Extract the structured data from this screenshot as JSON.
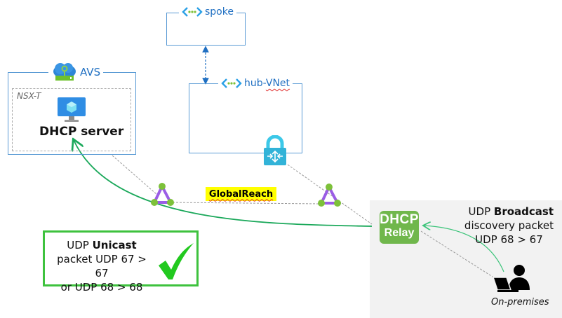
{
  "diagram": {
    "nodes": {
      "spoke": {
        "label": "spoke",
        "icon": "vnet-icon"
      },
      "hub_vnet": {
        "label": "hub-VNet",
        "icon": "vnet-icon",
        "gateway_icon": "vpn-gateway-lock-icon"
      },
      "avs": {
        "label": "AVS",
        "icon": "avs-cloud-icon"
      },
      "nsx_t": {
        "label": "NSX-T"
      },
      "dhcp_server": {
        "label": "DHCP server",
        "icon": "vm-monitor-icon"
      },
      "global_reach": {
        "label": "GlobalReach",
        "icon": "expressroute-triangle-icon"
      },
      "dhcp_relay": {
        "line1": "DHCP",
        "line2": "Relay"
      },
      "on_premises": {
        "label": "On-premises",
        "icon": "user-laptop-icon"
      }
    },
    "broadcast_note": {
      "prefix": "UDP ",
      "bold": "Broadcast",
      "line2": "discovery packet",
      "line3": "UDP 68 > 67"
    },
    "unicast_note": {
      "prefix": "UDP ",
      "bold": "Unicast",
      "line2": "packet UDP 67 > 67",
      "line3": "or UDP 68 > 68",
      "icon": "checkmark-icon"
    },
    "colors": {
      "box_border": "#5b9bd5",
      "label_blue": "#1f6fc2",
      "green_arrow": "#1aa85a",
      "relay_green": "#70b74c",
      "check_green": "#3ec23e",
      "highlight_yellow": "#ffff00",
      "triangle_purple": "#9b5de5",
      "triangle_node_green": "#7dc13a",
      "onprem_bg": "#f2f2f2"
    }
  }
}
